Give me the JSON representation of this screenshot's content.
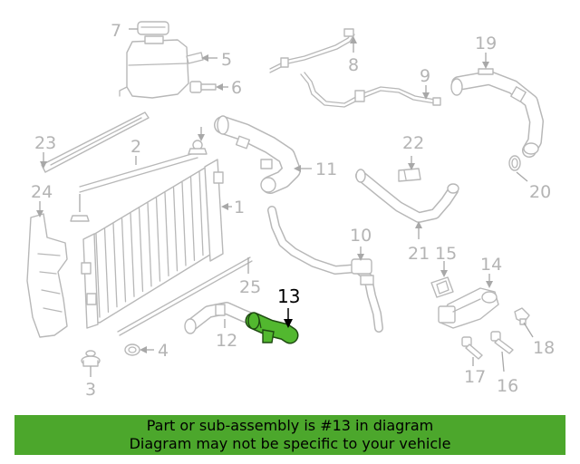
{
  "diagram": {
    "highlight_color": "#52b82f",
    "banner_color": "#4ca72c",
    "highlighted_part": "13",
    "callouts": [
      {
        "id": "1",
        "label": "1"
      },
      {
        "id": "2",
        "label": "2"
      },
      {
        "id": "3",
        "label": "3"
      },
      {
        "id": "4",
        "label": "4"
      },
      {
        "id": "5",
        "label": "5"
      },
      {
        "id": "6",
        "label": "6"
      },
      {
        "id": "7",
        "label": "7"
      },
      {
        "id": "8",
        "label": "8"
      },
      {
        "id": "9",
        "label": "9"
      },
      {
        "id": "10",
        "label": "10"
      },
      {
        "id": "11",
        "label": "11"
      },
      {
        "id": "12",
        "label": "12"
      },
      {
        "id": "13",
        "label": "13"
      },
      {
        "id": "14",
        "label": "14"
      },
      {
        "id": "15",
        "label": "15"
      },
      {
        "id": "16",
        "label": "16"
      },
      {
        "id": "17",
        "label": "17"
      },
      {
        "id": "18",
        "label": "18"
      },
      {
        "id": "19",
        "label": "19"
      },
      {
        "id": "20",
        "label": "20"
      },
      {
        "id": "21",
        "label": "21"
      },
      {
        "id": "22",
        "label": "22"
      },
      {
        "id": "23",
        "label": "23"
      },
      {
        "id": "24",
        "label": "24"
      },
      {
        "id": "25",
        "label": "25"
      }
    ]
  },
  "banner": {
    "line1": "Part or sub-assembly is #13 in diagram",
    "line2": "Diagram may not be specific to your vehicle"
  }
}
